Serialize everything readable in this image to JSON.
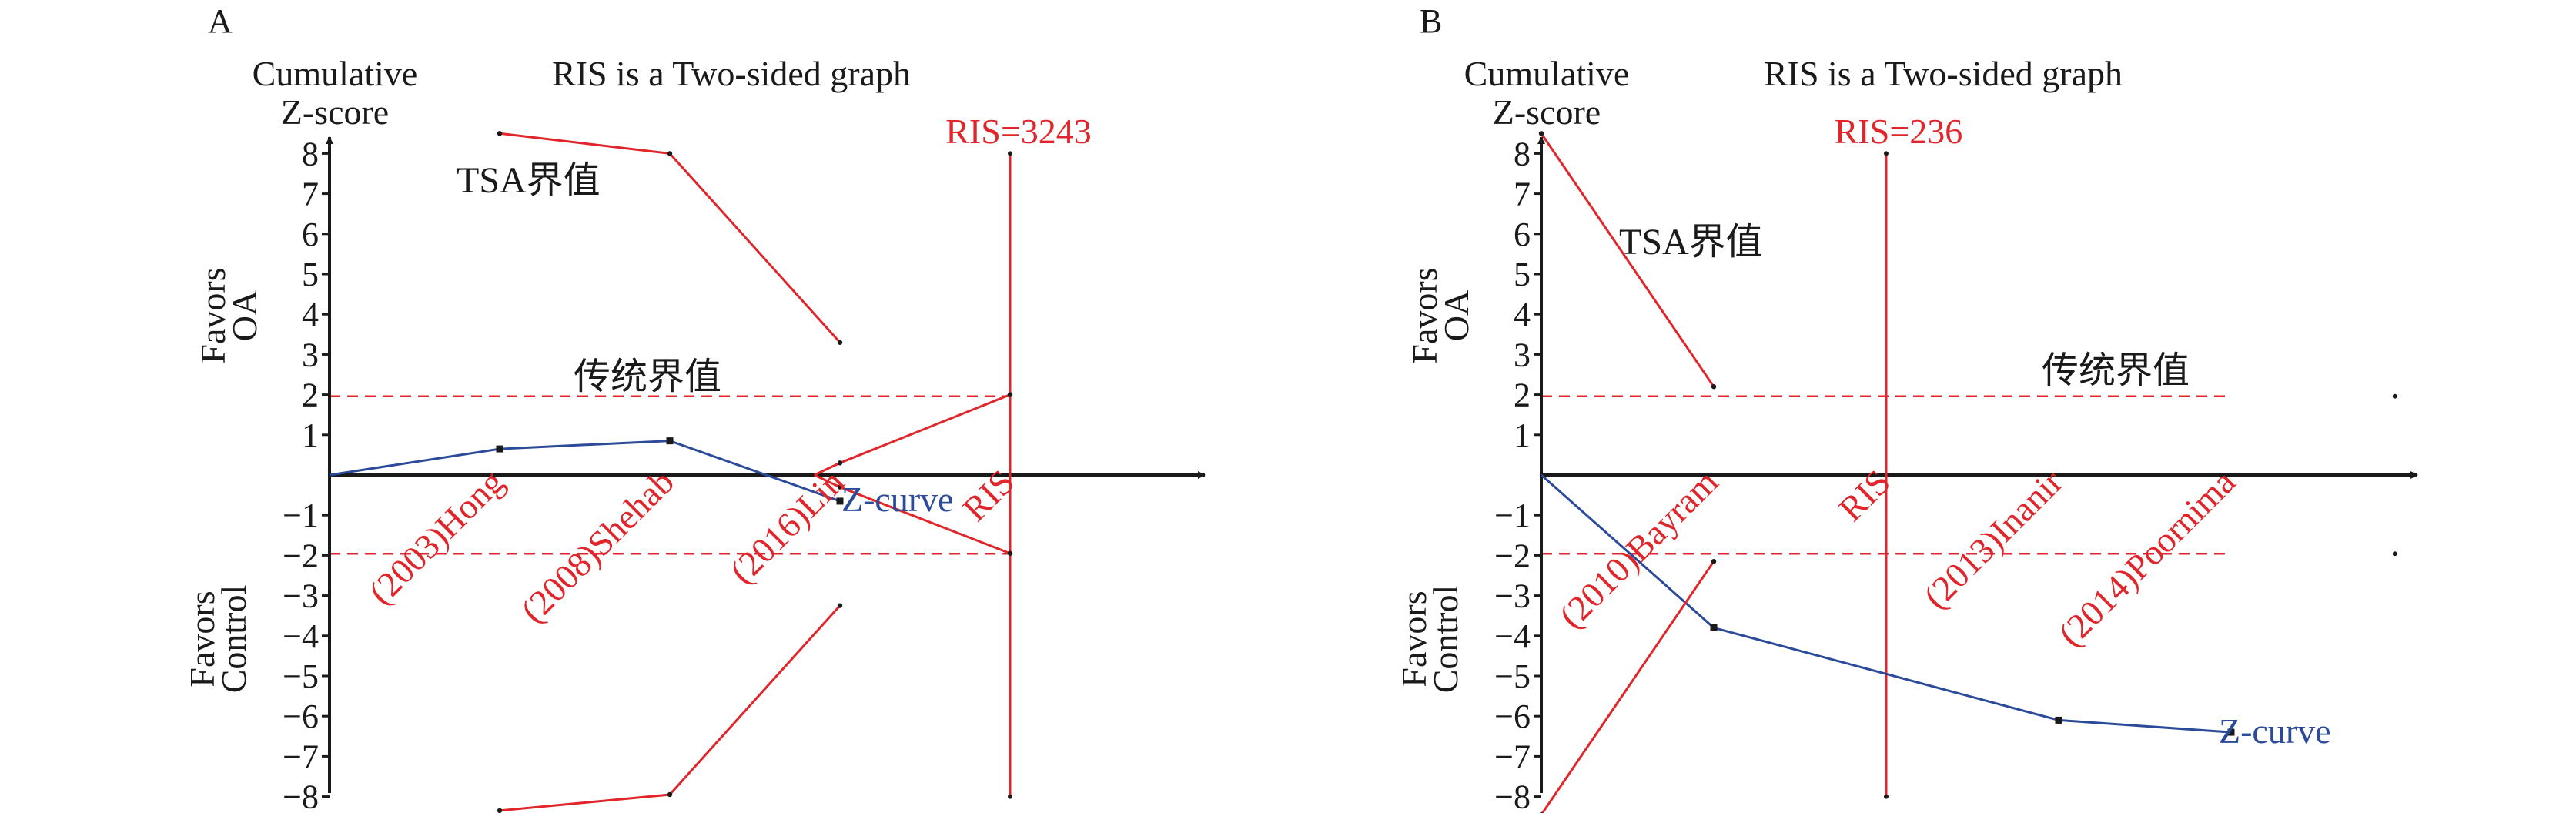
{
  "colors": {
    "boundary": "#e0262a",
    "zcurve": "#2b4a9a",
    "axis": "#1a1a1a",
    "text": "#1a1a1a"
  },
  "chart_data": [
    {
      "panel_label": "A",
      "type": "line",
      "title": "RIS is a Two-sided graph",
      "ylabel": [
        "Cumulative",
        "Z-score"
      ],
      "y_ticks": [
        8,
        7,
        6,
        5,
        4,
        3,
        2,
        1,
        -1,
        -2,
        -3,
        -4,
        -5,
        -6,
        -7,
        -8
      ],
      "ylim": [
        -8.4,
        8.6
      ],
      "xlim": [
        0,
        5.1
      ],
      "favors_top": [
        "Favors",
        "OA"
      ],
      "favors_bottom": [
        "Favors",
        "Control"
      ],
      "studies": [
        {
          "x": 1,
          "label": "(2003)Hong"
        },
        {
          "x": 2,
          "label": "(2008)Shehab"
        },
        {
          "x": 3,
          "label": "(2016)Lin"
        }
      ],
      "ris_label": "RIS",
      "ris_text": "RIS=3243",
      "ris_x": 4,
      "tsa_label": "TSA界值",
      "conv_label": "传统界值",
      "conv_value": 1.96,
      "zcurve_label": "Z-curve",
      "series": [
        {
          "name": "Z-curve",
          "role": "zcurve",
          "x": [
            0,
            1,
            2,
            3
          ],
          "y": [
            0,
            0.65,
            0.85,
            -0.65
          ]
        },
        {
          "name": "TSA界值",
          "role": "tsa_upper",
          "x": [
            1,
            2,
            3
          ],
          "y": [
            8.5,
            8.0,
            3.3
          ]
        },
        {
          "name": "TSA界值",
          "role": "tsa_lower",
          "x": [
            1,
            2,
            3
          ],
          "y": [
            -8.35,
            -7.95,
            -3.25
          ]
        },
        {
          "name": "futility_upper",
          "role": "futility",
          "x": [
            2.85,
            3,
            4
          ],
          "y": [
            0,
            0.3,
            2.0
          ]
        },
        {
          "name": "futility_lower",
          "role": "futility",
          "x": [
            2.85,
            3,
            4
          ],
          "y": [
            0,
            -0.3,
            -1.95
          ]
        }
      ]
    },
    {
      "panel_label": "B",
      "type": "line",
      "title": "RIS is a Two-sided graph",
      "ylabel": [
        "Cumulative",
        "Z-score"
      ],
      "y_ticks": [
        8,
        7,
        6,
        5,
        4,
        3,
        2,
        1,
        -1,
        -2,
        -3,
        -4,
        -5,
        -6,
        -7,
        -8
      ],
      "ylim": [
        -8.4,
        8.6
      ],
      "xlim": [
        0,
        5.1
      ],
      "favors_top": [
        "Favors",
        "OA"
      ],
      "favors_bottom": [
        "Favors",
        "Control"
      ],
      "studies": [
        {
          "x": 1,
          "label": "(2010)Bayram"
        },
        {
          "x": 3,
          "label": "(2013)Inanir"
        },
        {
          "x": 4,
          "label": "(2014)Poornima"
        }
      ],
      "ris_label": "RIS",
      "ris_text": "RIS=236",
      "ris_x": 2,
      "tsa_label": "TSA界值",
      "conv_label": "传统界值",
      "conv_value": 1.96,
      "zcurve_label": "Z-curve",
      "series": [
        {
          "name": "Z-curve",
          "role": "zcurve",
          "x": [
            0,
            1,
            3,
            4
          ],
          "y": [
            0,
            -3.8,
            -6.1,
            -6.4
          ]
        },
        {
          "name": "TSA界值",
          "role": "tsa_upper",
          "x": [
            0,
            1
          ],
          "y": [
            8.5,
            2.2
          ]
        },
        {
          "name": "TSA界值",
          "role": "tsa_lower",
          "x": [
            0,
            1
          ],
          "y": [
            -8.45,
            -2.15
          ]
        }
      ]
    }
  ]
}
